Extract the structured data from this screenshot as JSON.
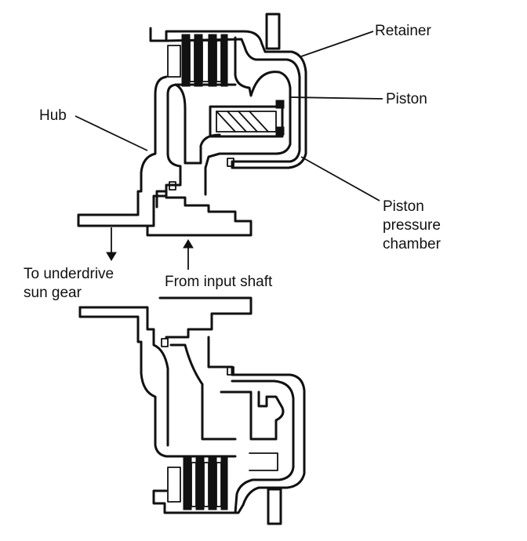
{
  "labels": {
    "retainer": "Retainer",
    "piston": "Piston",
    "hub": "Hub",
    "piston_pressure_chamber": [
      "Piston",
      "pressure",
      "chamber"
    ],
    "to_underdrive_sun_gear": [
      "To underdrive",
      "sun gear"
    ],
    "from_input_shaft": "From input shaft"
  }
}
